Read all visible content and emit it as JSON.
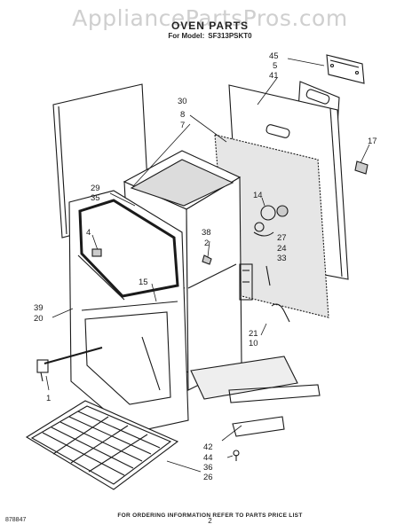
{
  "watermark": "AppliancePartsPros.com",
  "header": {
    "title": "OVEN PARTS",
    "model_prefix": "For Model:",
    "model": "SF313PSKT0"
  },
  "callouts": [
    "45",
    "5",
    "41",
    "30",
    "8",
    "7",
    "17",
    "29",
    "35",
    "14",
    "4",
    "38",
    "2",
    "27",
    "24",
    "33",
    "15",
    "39",
    "20",
    "21",
    "10",
    "1",
    "42",
    "44",
    "36",
    "26"
  ],
  "footer": {
    "note": "FOR ORDERING INFORMATION REFER TO PARTS PRICE LIST",
    "page_number": "2",
    "doc_code": "878847"
  }
}
